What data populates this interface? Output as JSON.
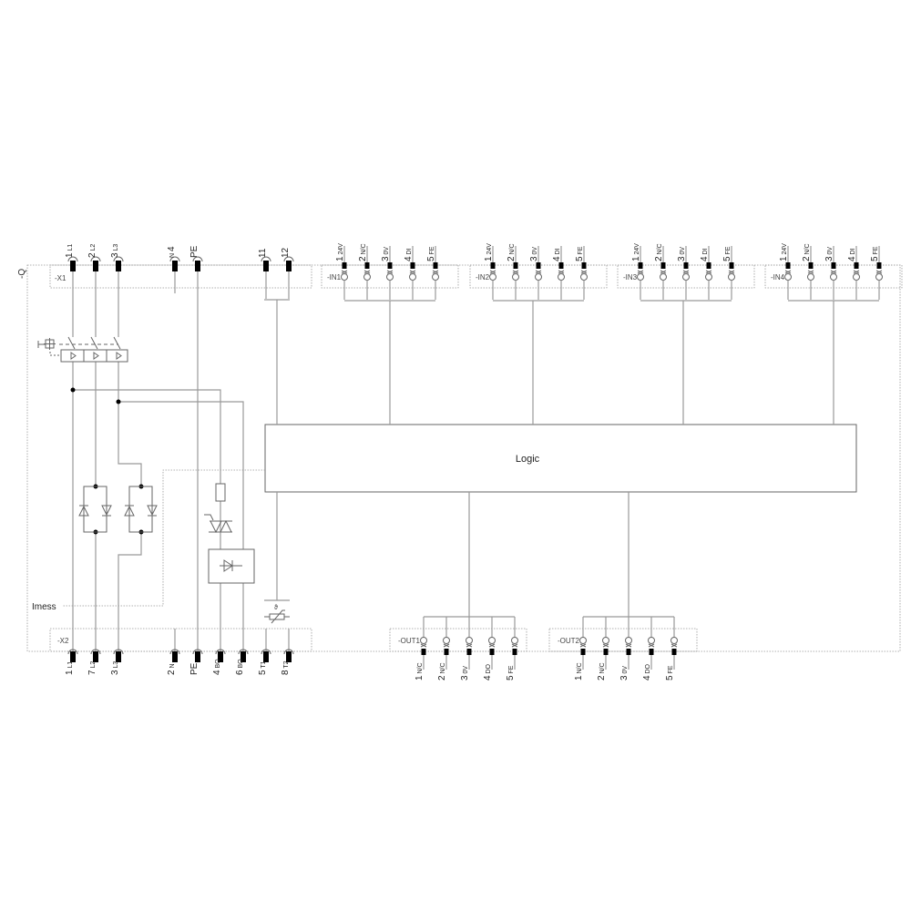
{
  "device_label": "-Q",
  "logic_label": "Logic",
  "imess_label": "Imess",
  "thermistor_symbol": "ϑ",
  "x1": {
    "name": "-X1",
    "terminals": [
      {
        "num": "1",
        "sub": "L1"
      },
      {
        "num": "2",
        "sub": "L2"
      },
      {
        "num": "3",
        "sub": "L3"
      },
      {
        "num": "4",
        "sub": "N",
        "sub_first": true
      },
      {
        "num": "PE",
        "sub": ""
      },
      {
        "num": "11",
        "sub": ""
      },
      {
        "num": "12",
        "sub": ""
      }
    ]
  },
  "x2": {
    "name": "-X2",
    "terminals": [
      {
        "num": "1",
        "sub": "L1"
      },
      {
        "num": "7",
        "sub": "L2"
      },
      {
        "num": "3",
        "sub": "L3"
      },
      {
        "num": "2",
        "sub": "N"
      },
      {
        "num": "PE",
        "sub": ""
      },
      {
        "num": "4",
        "sub": "BO"
      },
      {
        "num": "6",
        "sub": "BO"
      },
      {
        "num": "5",
        "sub": "T1"
      },
      {
        "num": "8",
        "sub": "T2"
      }
    ]
  },
  "inputs": [
    {
      "name": "-IN1",
      "terminals": [
        {
          "num": "1",
          "sub": "24V"
        },
        {
          "num": "2",
          "sub": "N/C"
        },
        {
          "num": "3",
          "sub": "0V"
        },
        {
          "num": "4",
          "sub": "DI"
        },
        {
          "num": "5",
          "sub": "FE"
        }
      ]
    },
    {
      "name": "-IN2",
      "terminals": [
        {
          "num": "1",
          "sub": "24V"
        },
        {
          "num": "2",
          "sub": "N/C"
        },
        {
          "num": "3",
          "sub": "0V"
        },
        {
          "num": "4",
          "sub": "DI"
        },
        {
          "num": "5",
          "sub": "FE"
        }
      ]
    },
    {
      "name": "-IN3",
      "terminals": [
        {
          "num": "1",
          "sub": "24V"
        },
        {
          "num": "2",
          "sub": "N/C"
        },
        {
          "num": "3",
          "sub": "0V"
        },
        {
          "num": "4",
          "sub": "DI"
        },
        {
          "num": "5",
          "sub": "FE"
        }
      ]
    },
    {
      "name": "-IN4",
      "terminals": [
        {
          "num": "1",
          "sub": "24V"
        },
        {
          "num": "2",
          "sub": "N/C"
        },
        {
          "num": "3",
          "sub": "0V"
        },
        {
          "num": "4",
          "sub": "DI"
        },
        {
          "num": "5",
          "sub": "FE"
        }
      ]
    }
  ],
  "outputs": [
    {
      "name": "-OUT1",
      "terminals": [
        {
          "num": "1",
          "sub": "N/C"
        },
        {
          "num": "2",
          "sub": "N/C"
        },
        {
          "num": "3",
          "sub": "0V"
        },
        {
          "num": "4",
          "sub": "DO"
        },
        {
          "num": "5",
          "sub": "FE"
        }
      ]
    },
    {
      "name": "-OUT2",
      "terminals": [
        {
          "num": "1",
          "sub": "N/C"
        },
        {
          "num": "2",
          "sub": "N/C"
        },
        {
          "num": "3",
          "sub": "0V"
        },
        {
          "num": "4",
          "sub": "DO"
        },
        {
          "num": "5",
          "sub": "FE"
        }
      ]
    }
  ]
}
